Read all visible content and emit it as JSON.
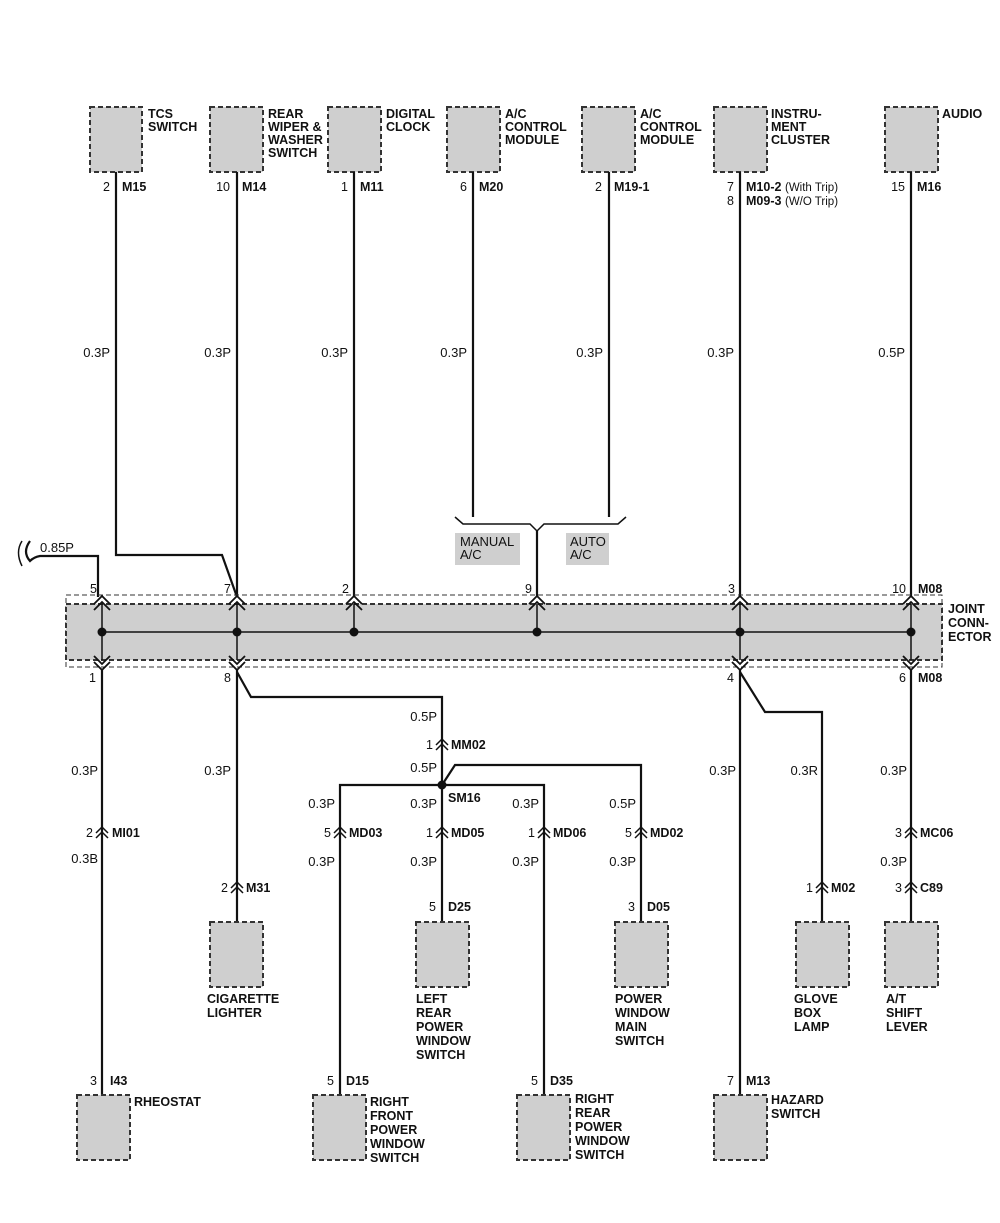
{
  "components_top": [
    {
      "id": "tcs",
      "label": [
        "TCS",
        "SWITCH"
      ]
    },
    {
      "id": "rear-wiper",
      "label": [
        "REAR",
        "WIPER &",
        "WASHER",
        "SWITCH"
      ]
    },
    {
      "id": "digital-clock",
      "label": [
        "DIGITAL",
        "CLOCK"
      ]
    },
    {
      "id": "ac-manual",
      "label": [
        "A/C",
        "CONTROL",
        "MODULE"
      ]
    },
    {
      "id": "ac-auto",
      "label": [
        "A/C",
        "CONTROL",
        "MODULE"
      ]
    },
    {
      "id": "instrument",
      "label": [
        "INSTRU-",
        "MENT",
        "CLUSTER"
      ]
    },
    {
      "id": "audio",
      "label": [
        "AUDIO"
      ]
    }
  ],
  "top_pins": [
    {
      "pin": "2",
      "conn": "M15"
    },
    {
      "pin": "10",
      "conn": "M14"
    },
    {
      "pin": "1",
      "conn": "M11"
    },
    {
      "pin": "6",
      "conn": "M20"
    },
    {
      "pin": "2",
      "conn": "M19-1"
    },
    {
      "pin": "7",
      "conn": "M10-2",
      "note": "(With Trip)",
      "pin2": "8",
      "conn2": "M09-3",
      "note2": "(W/O Trip)"
    },
    {
      "pin": "15",
      "conn": "M16"
    }
  ],
  "top_wires": [
    "0.3P",
    "0.3P",
    "0.3P",
    "0.3P",
    "0.3P",
    "0.3P",
    "0.5P"
  ],
  "tags": {
    "manual": [
      "MANUAL",
      "A/C"
    ],
    "auto": [
      "AUTO",
      "A/C"
    ]
  },
  "feed_wire": "0.85P",
  "joint": {
    "conn": "M08",
    "conn_bottom": "M08",
    "label": [
      "JOINT",
      "CONN-",
      "ECTOR"
    ],
    "top_pins": [
      "5",
      "7",
      "2",
      "9",
      "3",
      "10"
    ],
    "bottom_pins": [
      "1",
      "8",
      "4",
      "6"
    ]
  },
  "lower": {
    "w1": "0.3P",
    "mi01_pin": "2",
    "mi01": "MI01",
    "w1b": "0.3B",
    "i43_pin": "3",
    "i43": "I43",
    "rheostat": "RHEOSTAT",
    "w8": "0.3P",
    "m31_pin": "2",
    "m31": "M31",
    "cigarette": [
      "CIGARETTE",
      "LIGHTER"
    ],
    "mm02_w": "0.5P",
    "mm02_pin": "1",
    "mm02": "MM02",
    "sm16_w": "0.5P",
    "sm16": "SM16",
    "md03_w": "0.3P",
    "md03_pin": "5",
    "md03": "MD03",
    "md03_w2": "0.3P",
    "d15_pin": "5",
    "d15": "D15",
    "rf_switch": [
      "RIGHT",
      "FRONT",
      "POWER",
      "WINDOW",
      "SWITCH"
    ],
    "md05_w": "0.3P",
    "md05_pin": "1",
    "md05": "MD05",
    "md05_w2": "0.3P",
    "d25_pin": "5",
    "d25": "D25",
    "lr_switch": [
      "LEFT",
      "REAR",
      "POWER",
      "WINDOW",
      "SWITCH"
    ],
    "md06_w": "0.3P",
    "md06_pin": "1",
    "md06": "MD06",
    "md06_w2": "0.3P",
    "d35_pin": "5",
    "d35": "D35",
    "rr_switch": [
      "RIGHT",
      "REAR",
      "POWER",
      "WINDOW",
      "SWITCH"
    ],
    "md02_w": "0.5P",
    "md02_pin": "5",
    "md02": "MD02",
    "md02_w2": "0.3P",
    "d05_pin": "3",
    "d05": "D05",
    "pwm_switch": [
      "POWER",
      "WINDOW",
      "MAIN",
      "SWITCH"
    ],
    "w4": "0.3P",
    "m13_pin": "7",
    "m13": "M13",
    "hazard": [
      "HAZARD",
      "SWITCH"
    ],
    "w4r": "0.3R",
    "m02_pin": "1",
    "m02": "M02",
    "glove": [
      "GLOVE",
      "BOX",
      "LAMP"
    ],
    "w6": "0.3P",
    "mc06_pin": "3",
    "mc06": "MC06",
    "w6b": "0.3P",
    "c89_pin": "3",
    "c89": "C89",
    "at_shift": [
      "A/T",
      "SHIFT",
      "LEVER"
    ]
  }
}
